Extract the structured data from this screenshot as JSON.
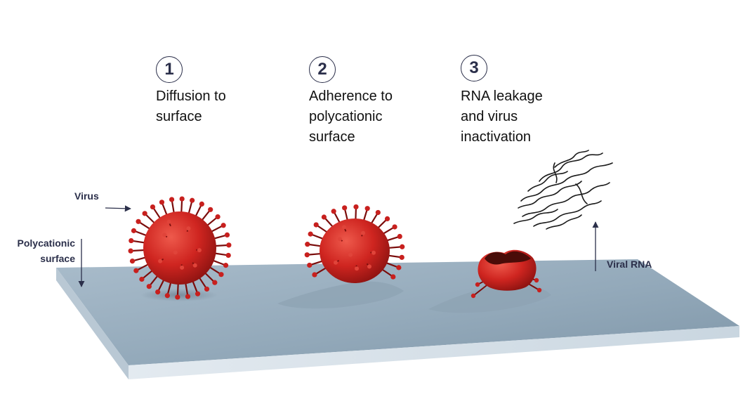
{
  "colors": {
    "virus_red": "#c8201e",
    "virus_dark": "#7a0d0c",
    "surface_top": "#9aafbf",
    "surface_edge": "#d6e1ea",
    "ink": "#2b2f4a"
  },
  "steps": [
    {
      "number": "1",
      "text": "Diffusion to\nsurface"
    },
    {
      "number": "2",
      "text": "Adherence to\npolycationic\nsurface"
    },
    {
      "number": "3",
      "text": "RNA leakage\nand virus\ninactivation"
    }
  ],
  "labels": {
    "virus": "Virus",
    "surface_line1": "Polycationic",
    "surface_line2": "surface",
    "viral_rna": "Viral RNA"
  }
}
